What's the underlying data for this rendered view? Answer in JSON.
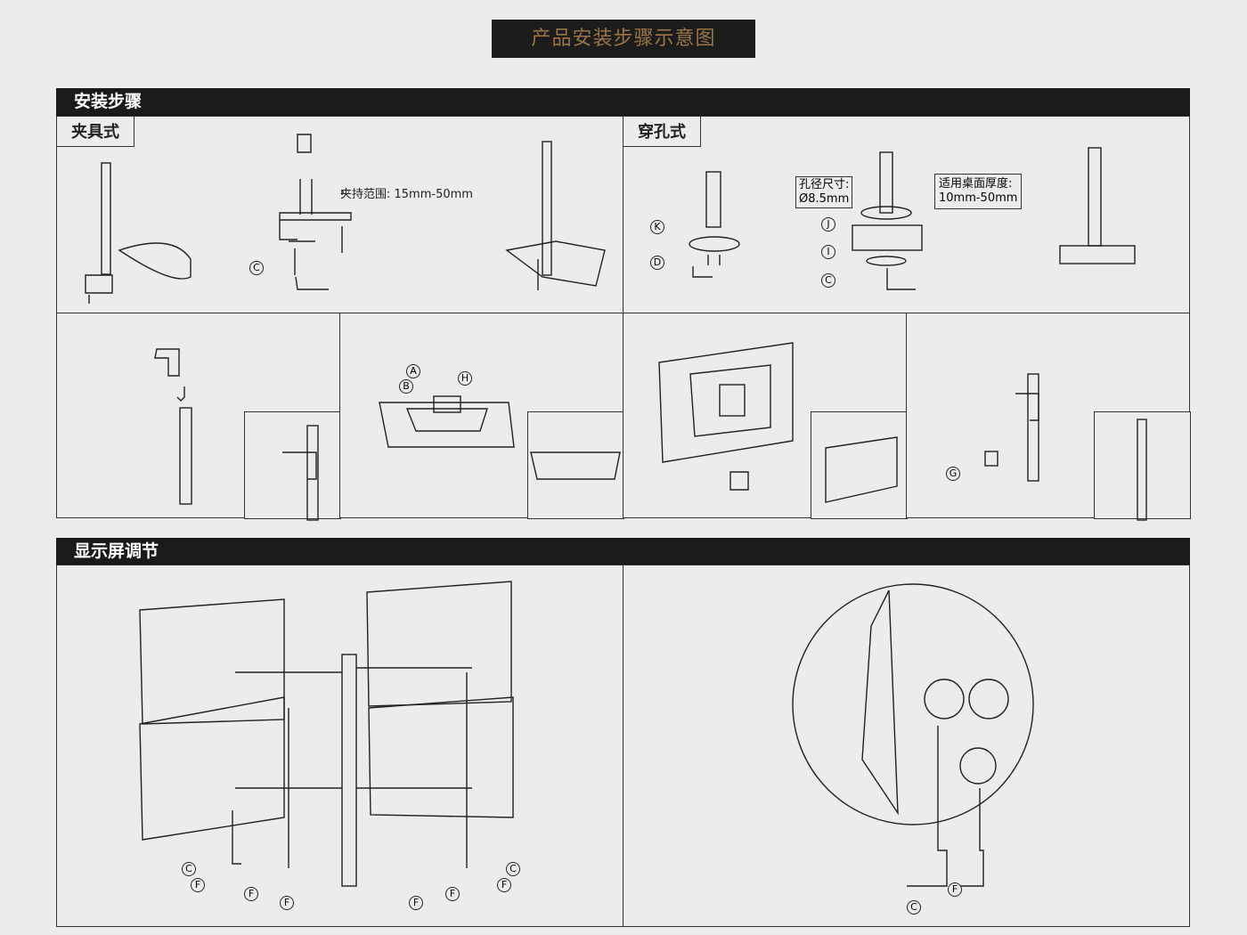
{
  "title": "产品安装步骤示意图",
  "install": {
    "heading": "安装步骤",
    "clamp_tag": "夹具式",
    "grommet_tag": "穿孔式",
    "clamp_range": "夹持范围: 15mm-50mm",
    "hole_size_label": "孔径尺寸:",
    "hole_size_value": "Ø8.5mm",
    "desk_thickness_label": "适用桌面厚度:",
    "desk_thickness_value": "10mm-50mm"
  },
  "adjust": {
    "heading": "显示屏调节"
  },
  "callouts": {
    "A": "A",
    "B": "B",
    "C": "C",
    "D": "D",
    "F": "F",
    "G": "G",
    "H": "H",
    "I": "I",
    "J": "J",
    "K": "K"
  },
  "colors": {
    "title_text": "#9a7447",
    "bar": "#1a1a1a",
    "background": "#ececec"
  }
}
